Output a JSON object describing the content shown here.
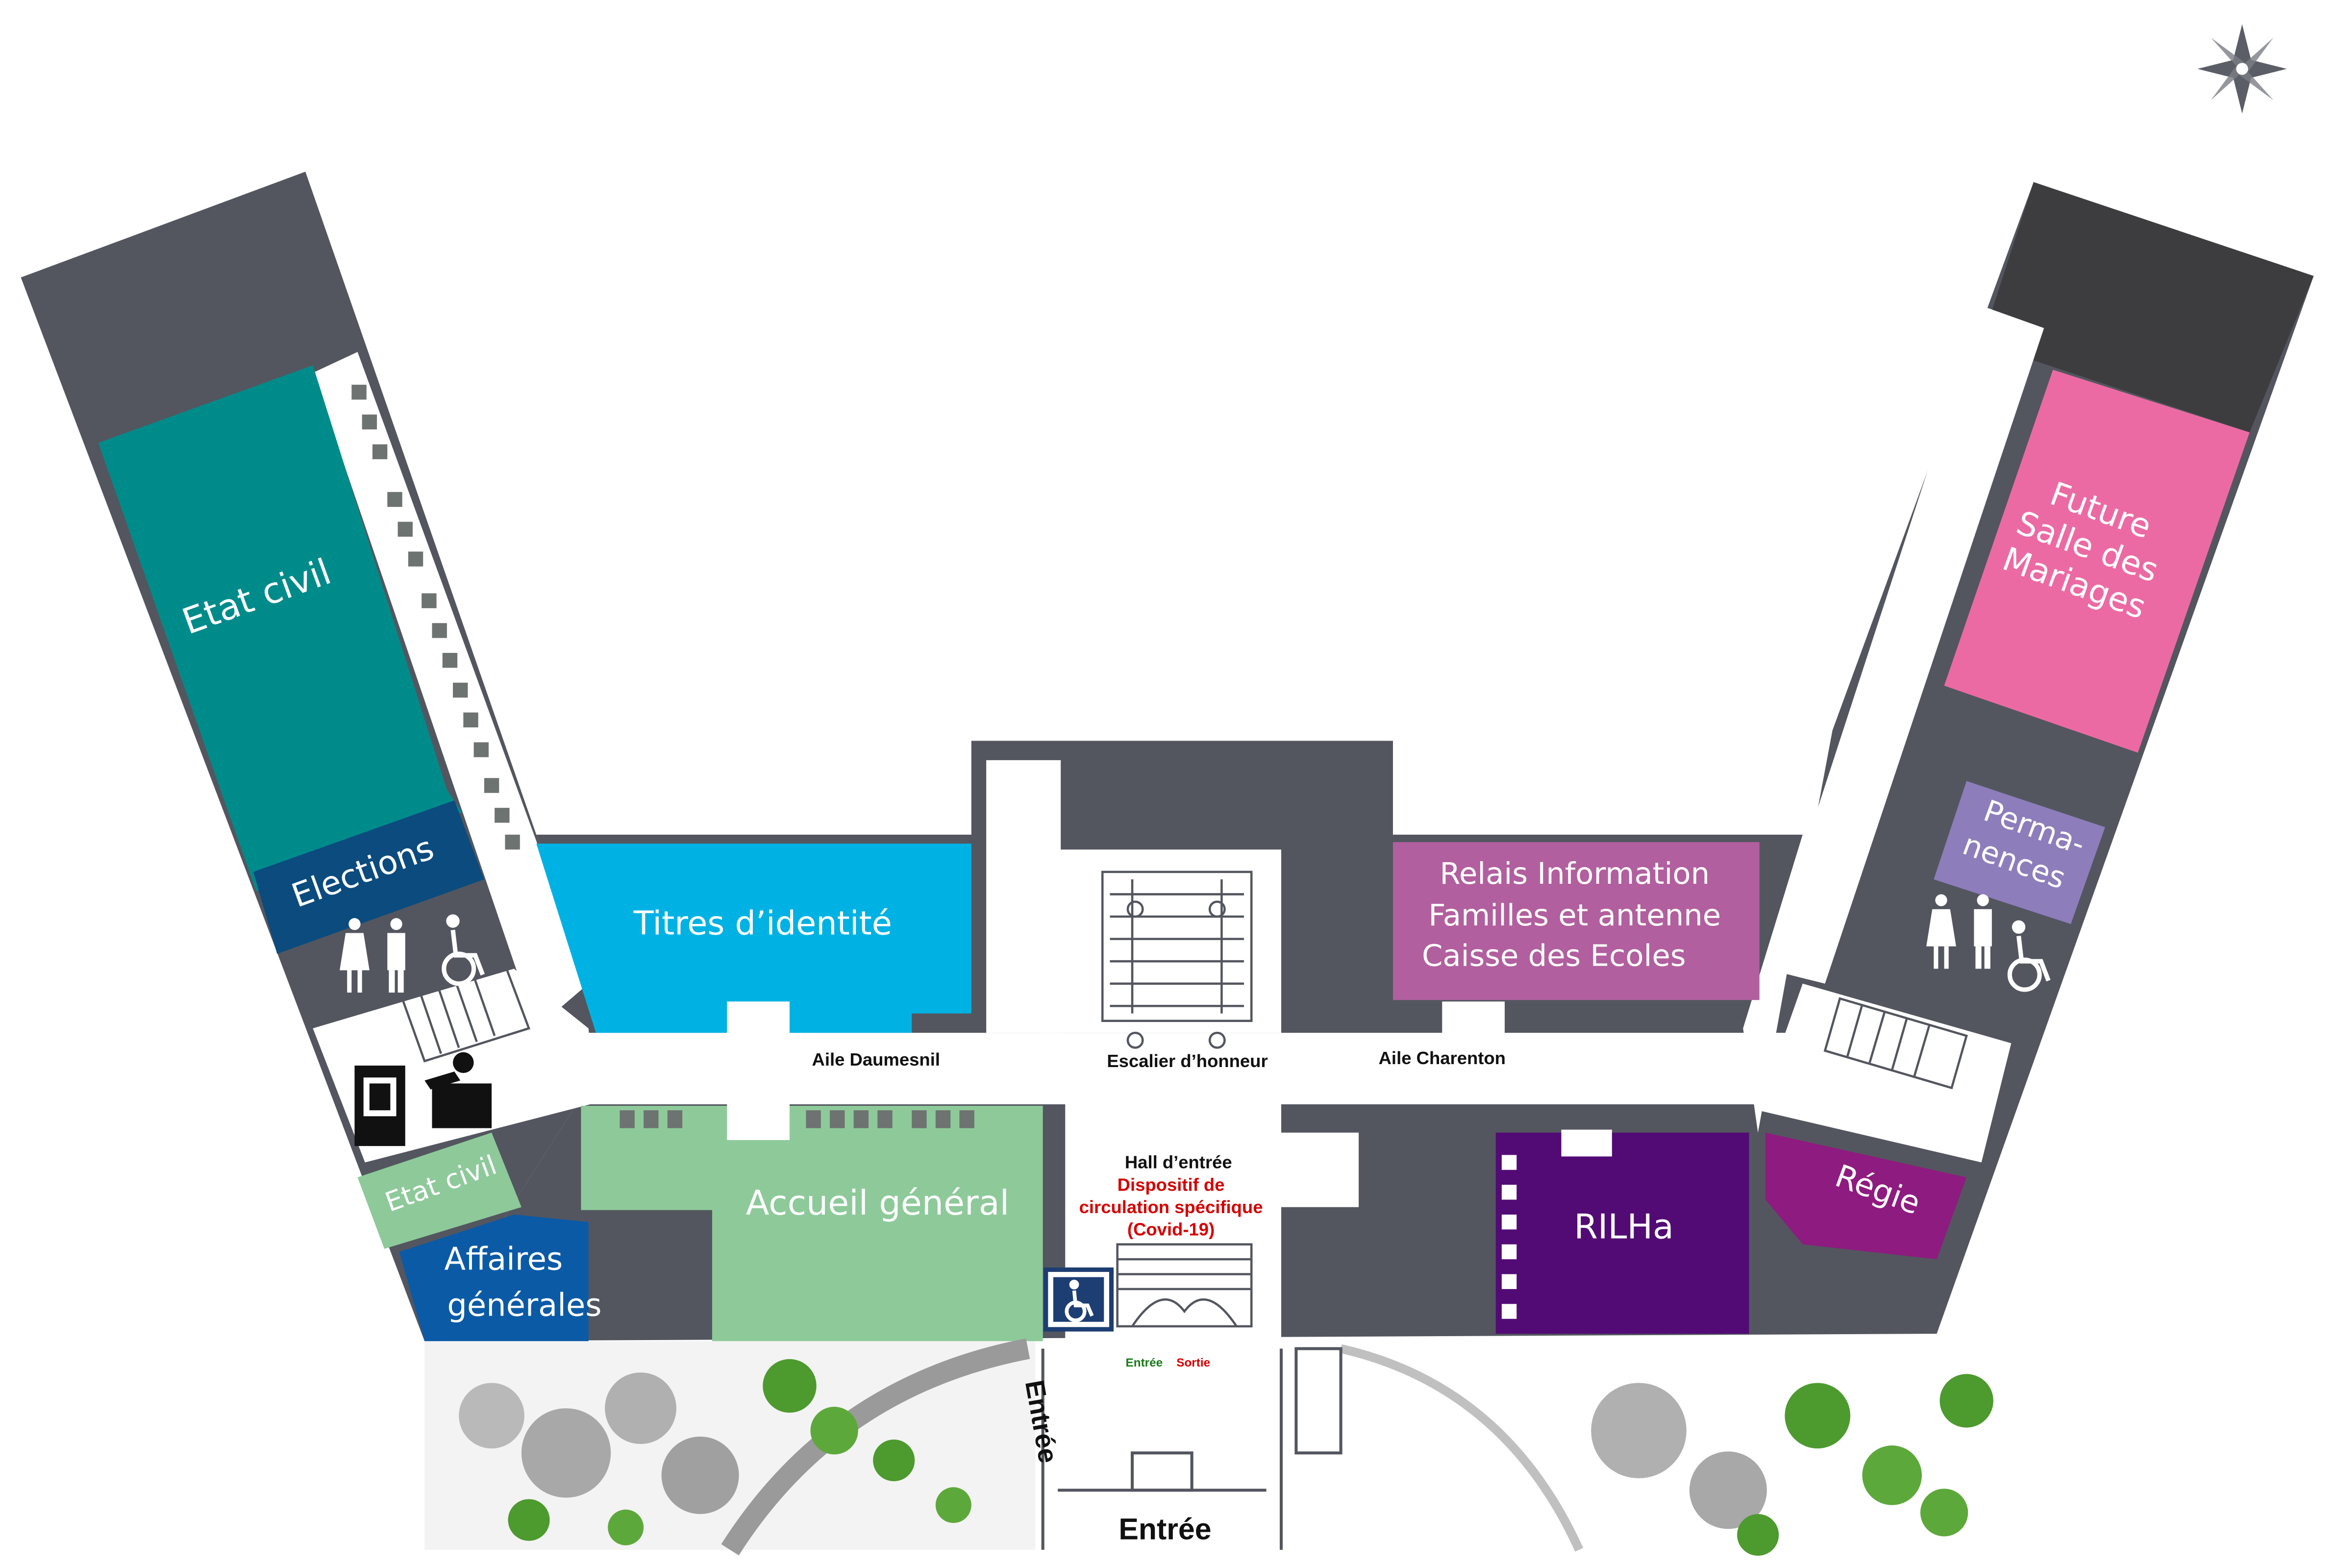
{
  "colors": {
    "wall": "#53565f",
    "dark_wing": "#3d3d3f",
    "etat_civil": "#008b8b",
    "elections": "#0b4b7e",
    "titres": "#00b2e3",
    "relais": "#b15f9e",
    "future_salle": "#ec6aa3",
    "permanences": "#8e7dbb",
    "accueil": "#8ec99a",
    "etat_civil_small": "#8ec99a",
    "affaires": "#0b5aa6",
    "rilha": "#520b74",
    "regie": "#8e1b7f",
    "garden": "#4d9a2f",
    "red": "#d40000",
    "green_text": "#1a7a1a"
  },
  "rooms": {
    "etat_civil": "Etat civil",
    "elections": "Elections",
    "titres": "Titres d’identité",
    "relais_line1": "Relais Information",
    "relais_line2": "Familles et antenne",
    "relais_line3": "Caisse des Ecoles",
    "future_line1": "Future",
    "future_line2": "Salle des",
    "future_line3": "Mariages",
    "permanences_line1": "Perma-",
    "permanences_line2": "nences",
    "etat_civil_small": "Etat civil",
    "affaires_line1": "Affaires",
    "affaires_line2": "générales",
    "accueil": "Accueil général",
    "rilha": "RILHa",
    "regie": "Régie"
  },
  "labels": {
    "aile_daumesnil": "Aile Daumesnil",
    "escalier": "Escalier d’honneur",
    "aile_charenton": "Aile Charenton",
    "hall": "Hall d’entrée",
    "covid_line1": "Dispositif de",
    "covid_line2": "circulation spécifique",
    "covid_line3": "(Covid-19)",
    "entree_small": "Entrée",
    "sortie_small": "Sortie",
    "entree_side": "Entrée",
    "entree_bottom": "Entrée"
  },
  "icons": {
    "compass": "compass-rose-icon",
    "restroom_left": "restroom-icon",
    "restroom_right": "restroom-icon",
    "wheelchair_left": "wheelchair-icon",
    "wheelchair_right": "wheelchair-icon",
    "wheelchair_entry": "wheelchair-icon",
    "photobooth": "photo-booth-icon",
    "desk": "service-desk-icon"
  }
}
